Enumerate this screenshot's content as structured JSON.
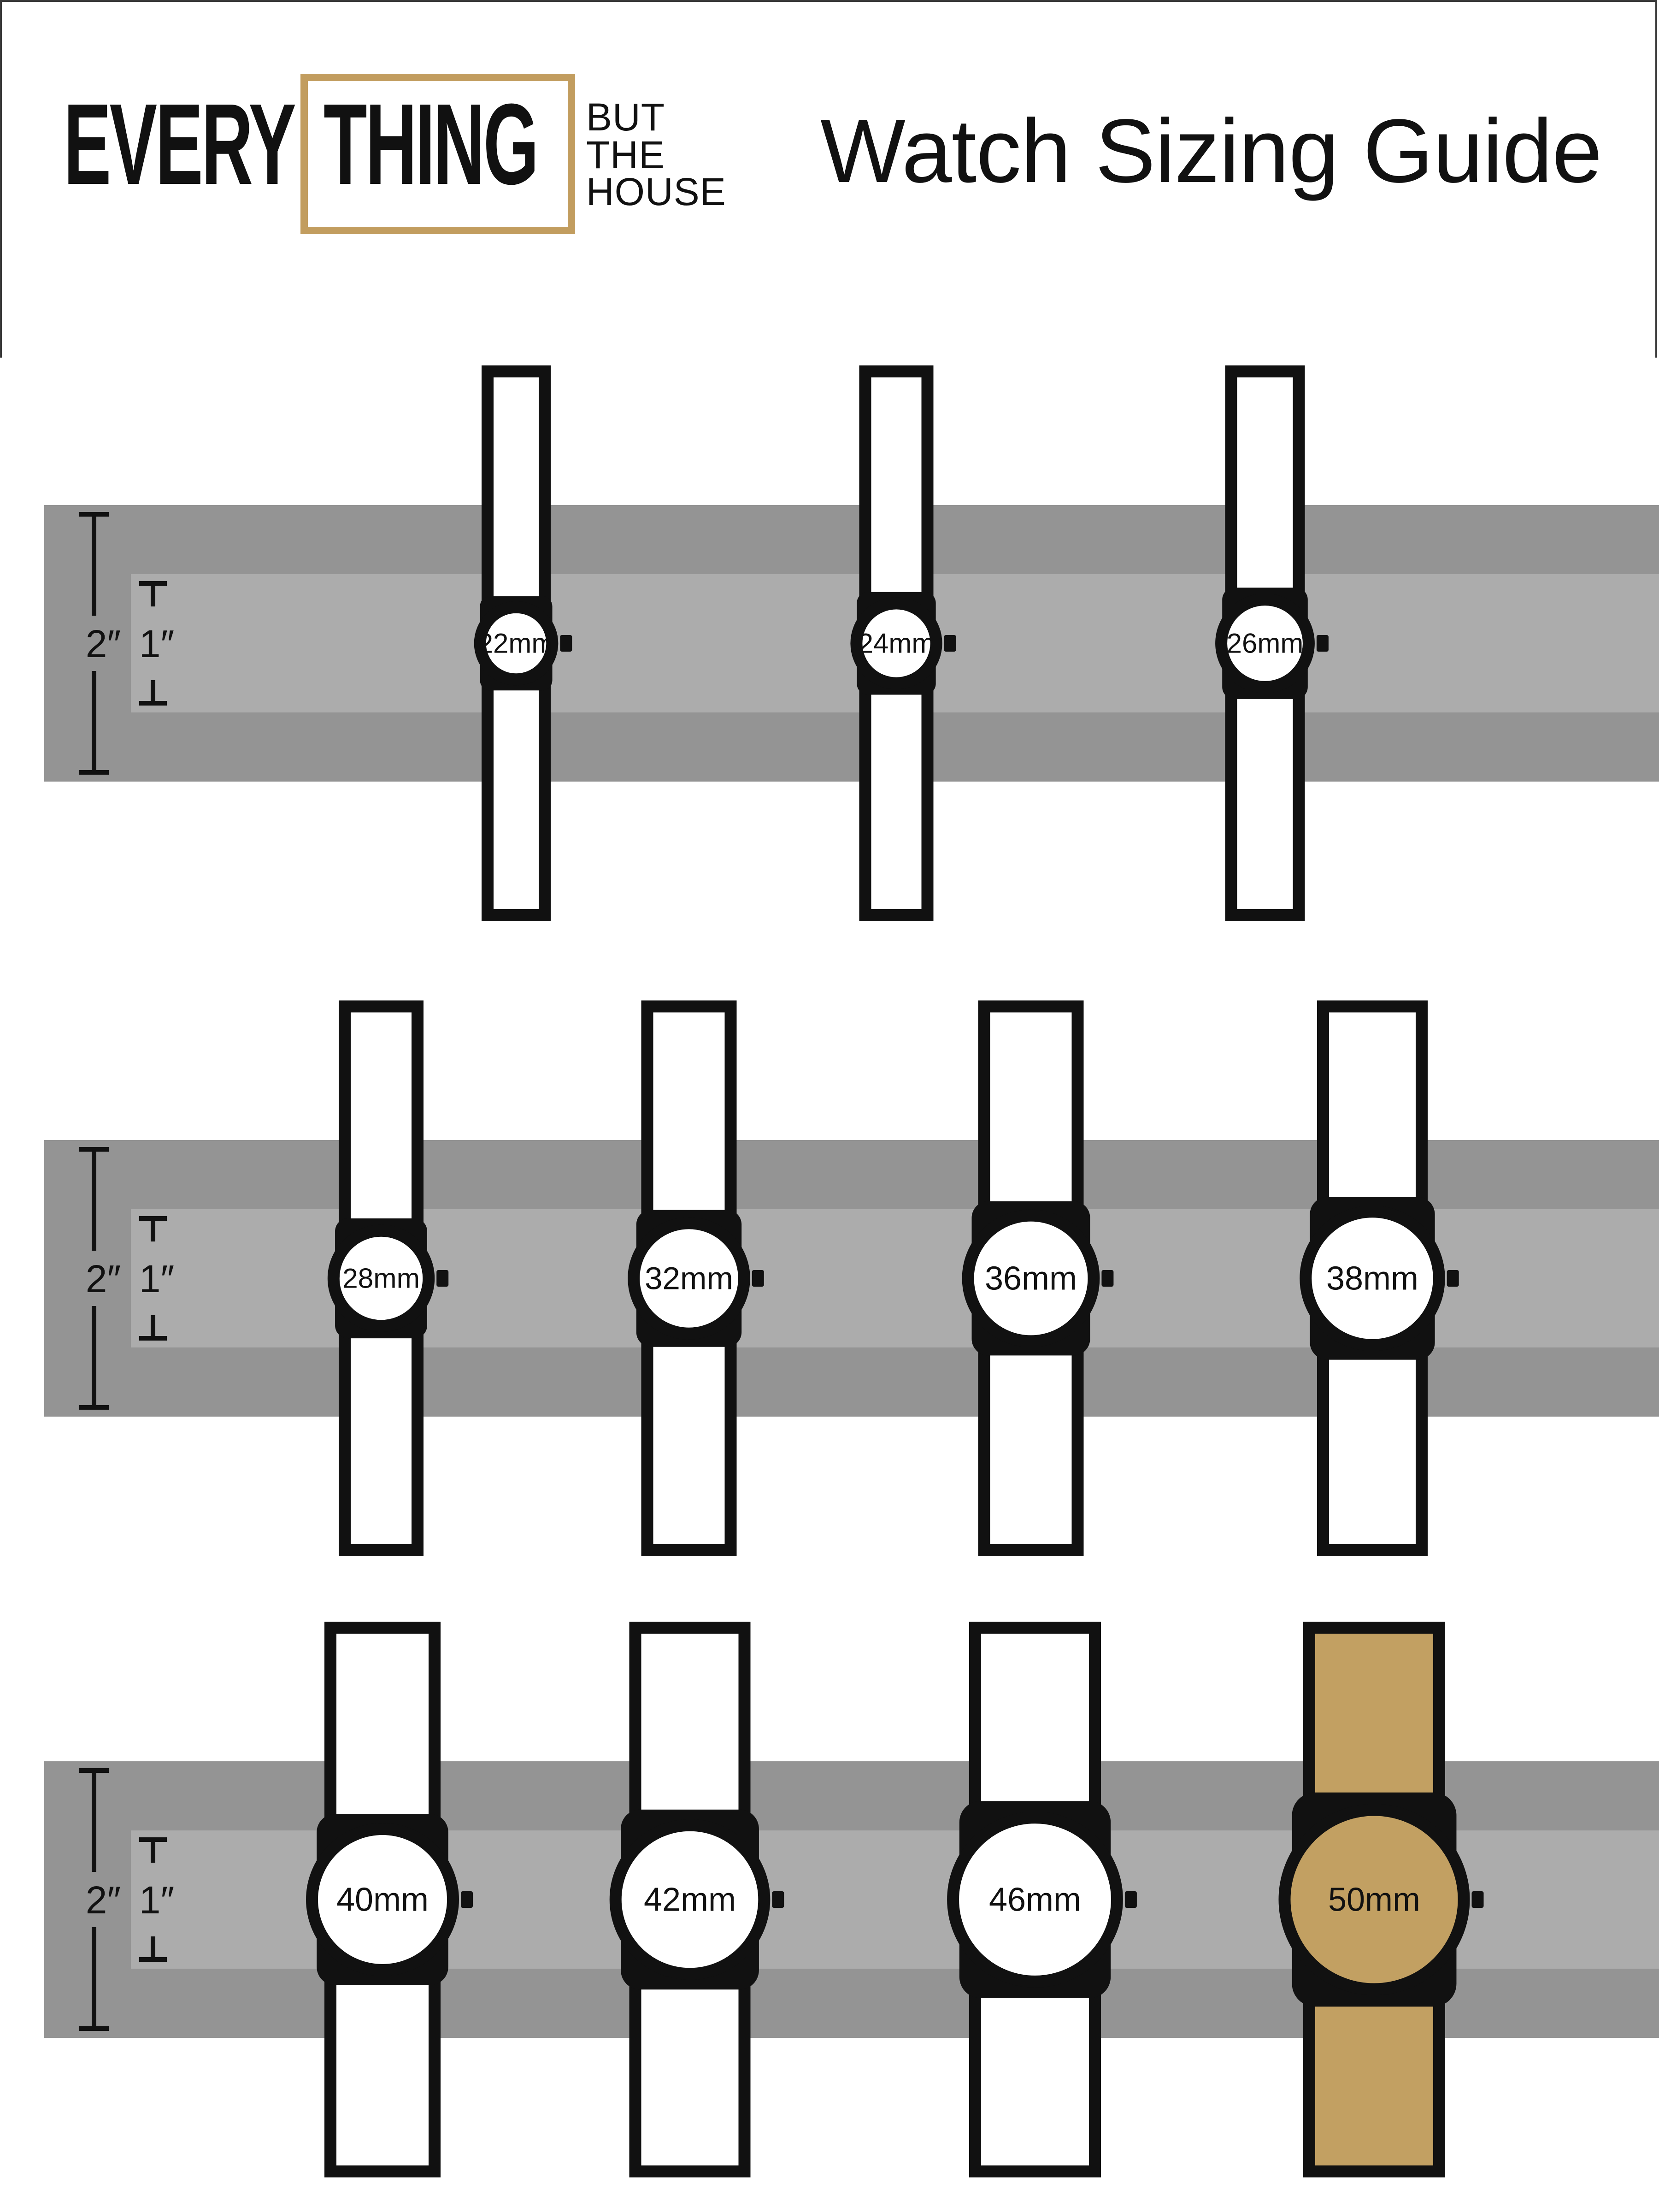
{
  "header": {
    "logo": {
      "every": "EVERY",
      "thing": "THING",
      "but": "BUT",
      "the": "THE",
      "house": "HOUSE"
    },
    "title": "Watch Sizing Guide"
  },
  "guide": {
    "wrist_outer_label": "2″",
    "wrist_inner_label": "1″",
    "rows": [
      {
        "watches": [
          {
            "size_mm": 22,
            "label": "22mm"
          },
          {
            "size_mm": 24,
            "label": "24mm"
          },
          {
            "size_mm": 26,
            "label": "26mm"
          }
        ]
      },
      {
        "watches": [
          {
            "size_mm": 28,
            "label": "28mm"
          },
          {
            "size_mm": 32,
            "label": "32mm"
          },
          {
            "size_mm": 36,
            "label": "36mm"
          },
          {
            "size_mm": 38,
            "label": "38mm"
          }
        ]
      },
      {
        "watches": [
          {
            "size_mm": 40,
            "label": "40mm"
          },
          {
            "size_mm": 42,
            "label": "42mm"
          },
          {
            "size_mm": 46,
            "label": "46mm"
          },
          {
            "size_mm": 50,
            "label": "50mm",
            "highlighted": true
          }
        ]
      }
    ]
  },
  "colors": {
    "outer_band": "#949494",
    "inner_band": "#acacac",
    "outline": "#111111",
    "face": "#ffffff",
    "highlight": "#c2a062",
    "logo_gold": "#c29d5f"
  }
}
